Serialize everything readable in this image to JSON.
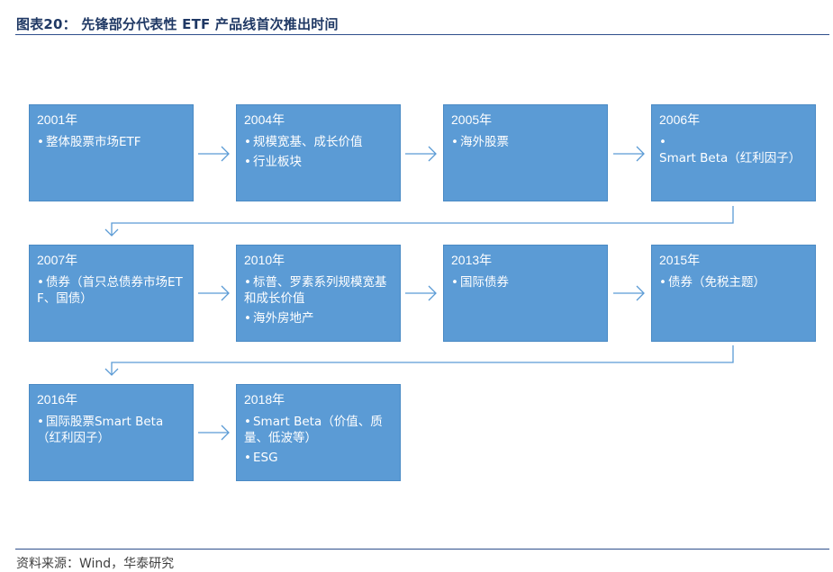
{
  "figure": {
    "title": "图表20： 先锋部分代表性 ETF 产品线首次推出时间",
    "source": "资料来源：Wind，华泰研究"
  },
  "timeline": [
    {
      "year": "2001年",
      "items": [
        "整体股票市场ETF"
      ]
    },
    {
      "year": "2004年",
      "items": [
        "规模宽基、成长价值",
        "行业板块"
      ]
    },
    {
      "year": "2005年",
      "items": [
        "海外股票"
      ]
    },
    {
      "year": "2006年",
      "items": [
        "Smart Beta（红利因子）"
      ]
    },
    {
      "year": "2007年",
      "items": [
        "债券（首只总债券市场ETF、国债）"
      ]
    },
    {
      "year": "2010年",
      "items": [
        "标普、罗素系列规模宽基和成长价值",
        "海外房地产"
      ]
    },
    {
      "year": "2013年",
      "items": [
        "国际债券"
      ]
    },
    {
      "year": "2015年",
      "items": [
        "债券（免税主题）"
      ]
    },
    {
      "year": "2016年",
      "items": [
        "国际股票Smart Beta（红利因子）"
      ]
    },
    {
      "year": "2018年",
      "items": [
        "Smart Beta（价值、质量、低波等）",
        "ESG"
      ]
    }
  ],
  "colors": {
    "box_fill": "#5b9bd5",
    "box_text": "#ffffff",
    "arrow": "#5b9bd5",
    "title": "#1f3864",
    "rule": "#2e4f8c"
  },
  "bullet_symbol": "•"
}
